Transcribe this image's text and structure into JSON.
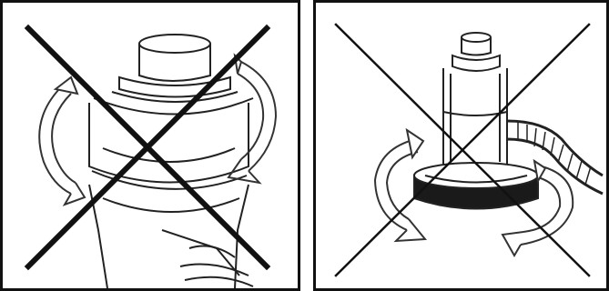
{
  "panels": [
    {
      "id": "left",
      "depicts": "turning-fitting-by-body-prohibited",
      "icon": "prohibited-x-icon",
      "rotation_arrows": 2
    },
    {
      "id": "right",
      "depicts": "turning-fitting-by-base-ring-prohibited",
      "icon": "prohibited-x-icon",
      "rotation_arrows": 2
    }
  ],
  "colors": {
    "line": "#222222",
    "cross": "#111111",
    "fill_dark": "#1a1a1a",
    "background": "#ffffff"
  }
}
